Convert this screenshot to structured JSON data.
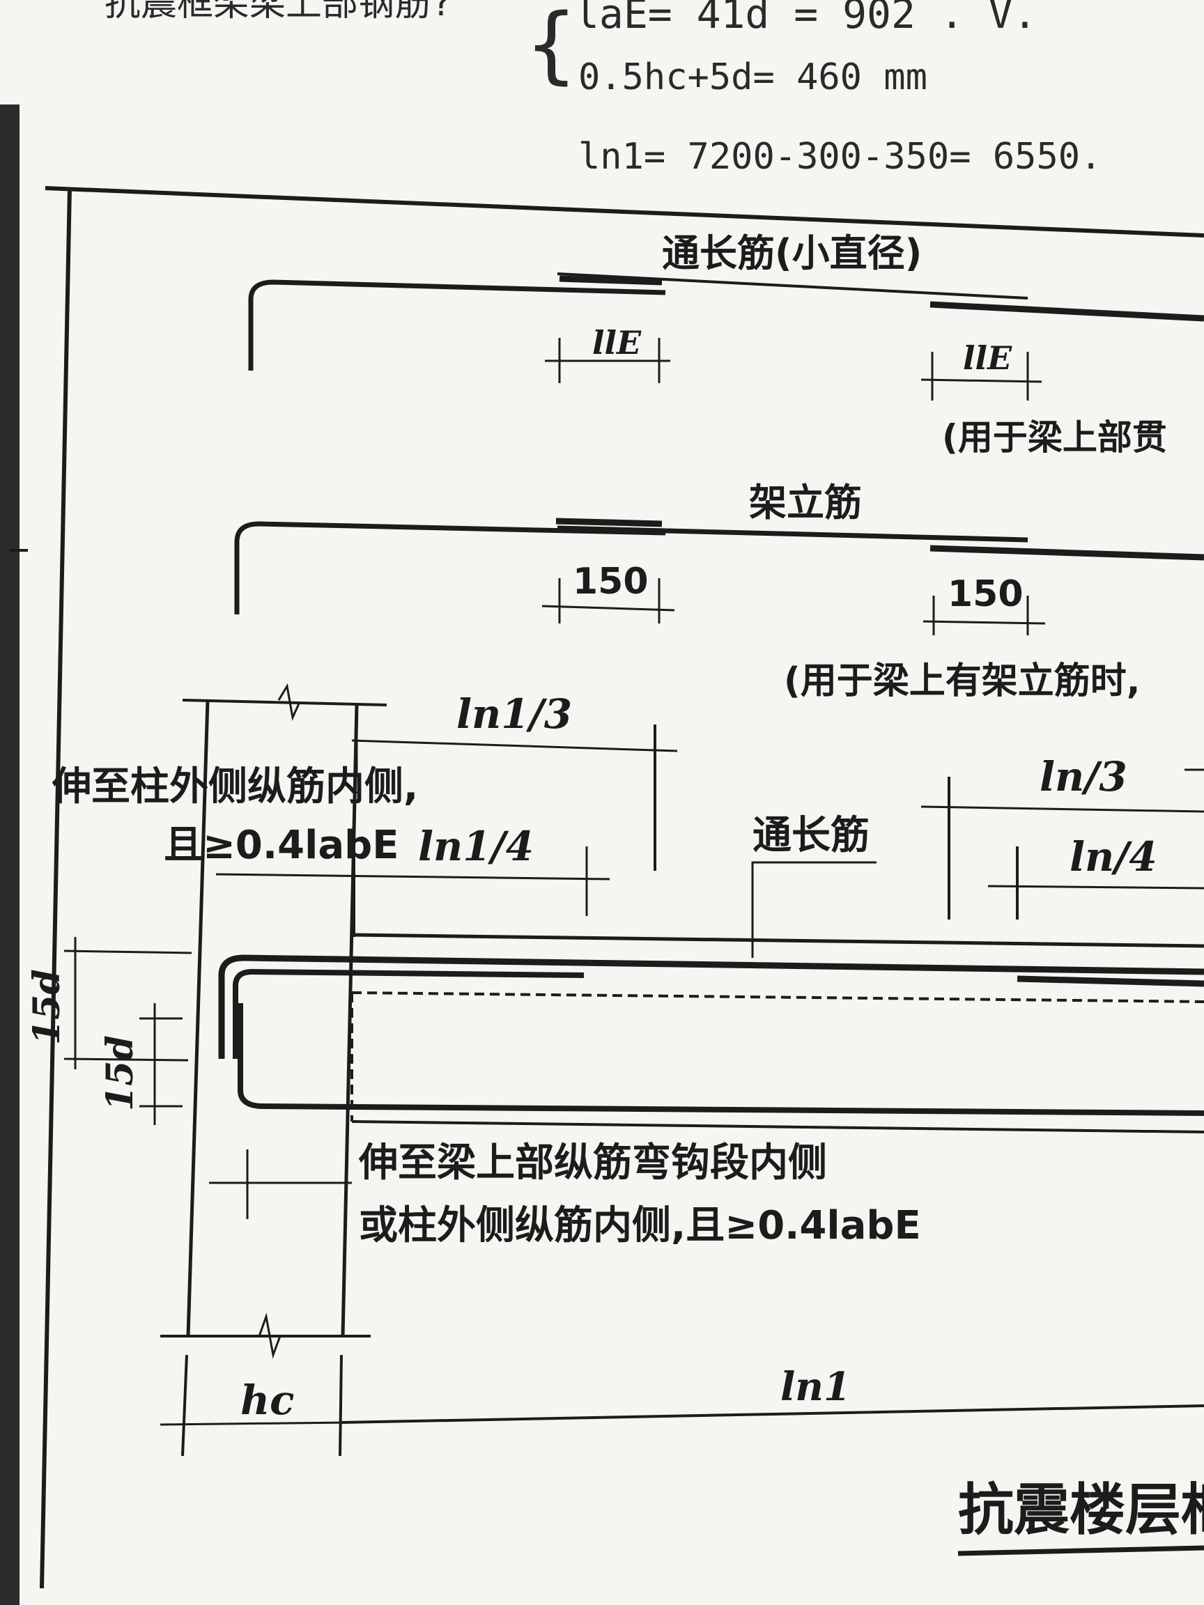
{
  "handwritten": {
    "line0": "抗震框架梁上部钢筋?",
    "line1": "laE= 41d = 902 .     V.",
    "line2": "0.5hc+5d= 460 mm",
    "line3": "ln1= 7200-300-350= 6550."
  },
  "labels": {
    "through_bar_small": "通长筋(小直径)",
    "lle_left": "llE",
    "lle_right": "llE",
    "note_top_right": "(用于梁上部贯",
    "erection_bar": "架立筋",
    "dim_150_left": "150",
    "dim_150_right": "150",
    "note_erection": "(用于梁上有架立筋时,",
    "ln1_third": "ln1/3",
    "ln1_quarter": "ln1/4",
    "ln_third": "ln/3",
    "ln_quarter": "ln/4",
    "through_bar": "通长筋",
    "col_note_line1": "伸至柱外侧纵筋内侧,",
    "col_note_line2": "且≥0.4labE",
    "dim_15d_outer": "15d",
    "dim_15d_inner": "15d",
    "bottom_note_line1": "伸至梁上部纵筋弯钩段内侧",
    "bottom_note_line2": "或柱外侧纵筋内侧,且≥0.4labE",
    "hc": "hc",
    "ln1": "ln1",
    "caption": "抗震楼层框"
  },
  "colors": {
    "paper": "#f5f5f2",
    "ink": "#1c1c1c",
    "pencil": "#2a2a2a",
    "background": "#dcdcda"
  }
}
